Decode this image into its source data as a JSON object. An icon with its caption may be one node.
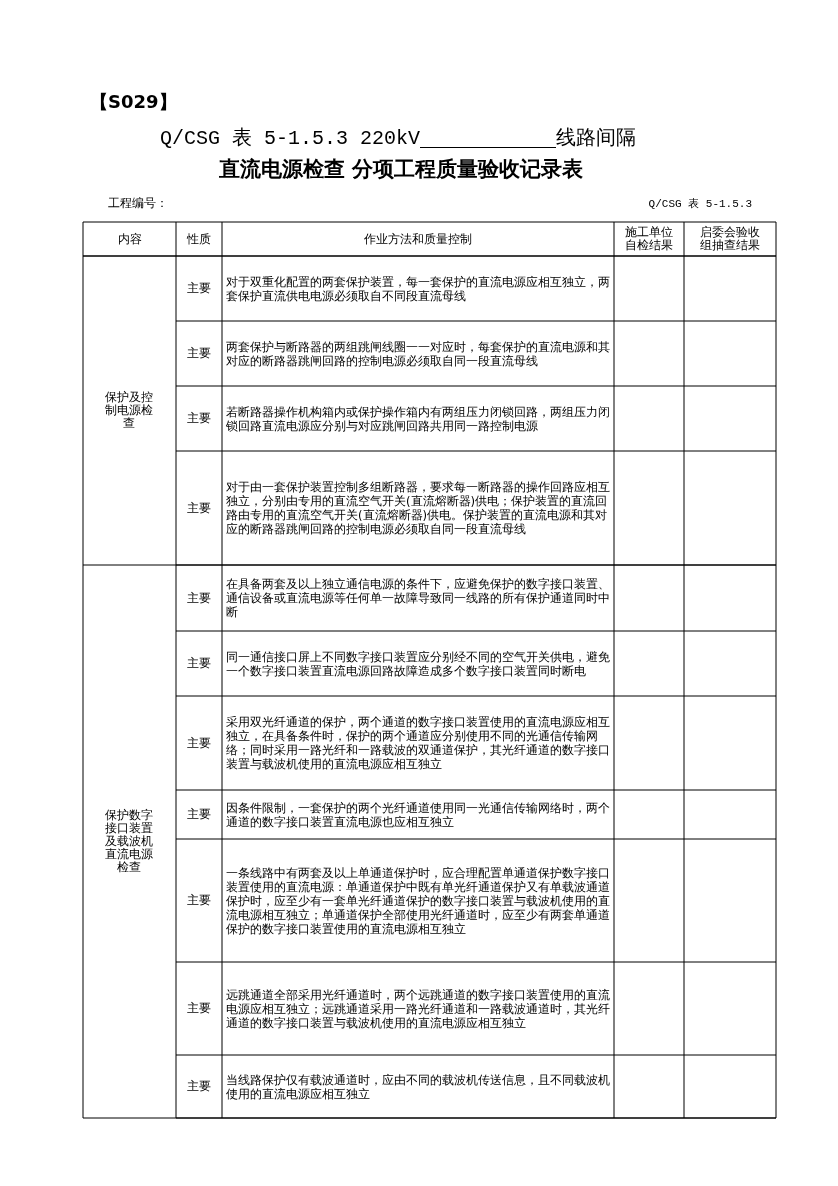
{
  "diagram": {
    "labels": [
      "【S029】",
      "Q/CSG 表 5-1.5.3 220kV",
      "线路间隔",
      "直流电源检查 分项工程质量验收记录表",
      "工程编号：",
      "Q/CSG 表 5-1.5.3",
      "内容",
      "性质",
      "作业方法和质量控制",
      "施工单位自检结果",
      "启委会验收组抽查结果",
      "保护及控制电源检查",
      "主要",
      "对于双重化配置的两套保护装置，每一套保护的直流电源应相互独立，两套保护直流供电电源必须取自不同段直流母线",
      "主要",
      "两套保护与断路器的两组跳闸线圈一一对应时，每套保护的直流电源和其对应的断路器跳闸回路的控制电源必须取自同一段直流母线",
      "主要",
      "若断路器操作机构箱内或保护操作箱内有两组压力闭锁回路，两组压力闭锁回路直流电源应分别与对应跳闸回路共用同一路控制电源",
      "主要",
      "对于由一套保护装置控制多组断路器，要求每一断路器的操作回路应相互独立，分别由专用的直流空气开关(直流熔断器)供电；保护装置的直流回路由专用的直流空气开关(直流熔断器)供电。保护装置的直流电源和其对应的断路器跳闸回路的控制电源必须取自同一段直流母线",
      "保护数字接口装置及载波机直流电源检查",
      "主要",
      "在具备两套及以上独立通信电源的条件下，应避免保护的数字接口装置、通信设备或直流电源等任何单一故障导致同一线路的所有保护通道同时中断",
      "主要",
      "同一通信接口屏上不同数字接口装置应分别经不同的空气开关供电，避免一个数字接口装置直流电源回路故障造成多个数字接口装置同时断电",
      "主要",
      "采用双光纤通道的保护，两个通道的数字接口装置使用的直流电源应相互独立，在具备条件时，保护的两个通道应分别使用不同的光通信传输网络；同时采用一路光纤和一路载波的双通道保护，其光纤通道的数字接口装置与载波机使用的直流电源应相互独立",
      "主要",
      "因条件限制，一套保护的两个光纤通道使用同一光通信传输网络时，两个通道的数字接口装置直流电源也应相互独立",
      "主要",
      "一条线路中有两套及以上单通道保护时，应合理配置单通道保护数字接口装置使用的直流电源：单通道保护中既有单光纤通道保护又有单载波通道保护时，应至少有一套单光纤通道保护的数字接口装置与载波机使用的直流电源相互独立；单通道保护全部使用光纤通道时，应至少有两套单通道保护的数字接口装置使用的直流电源相互独立",
      "主要",
      "远跳通道全部采用光纤通道时，两个远跳通道的数字接口装置使用的直流电源应相互独立；远跳通道采用一路光纤通道和一路载波通道时，其光纤通道的数字接口装置与载波机使用的直流电源应相互独立",
      "主要",
      "当线路保护仅有载波通道时，应由不同的载波机传送信息，且不同载波机使用的直流电源应相互独立"
    ]
  }
}
